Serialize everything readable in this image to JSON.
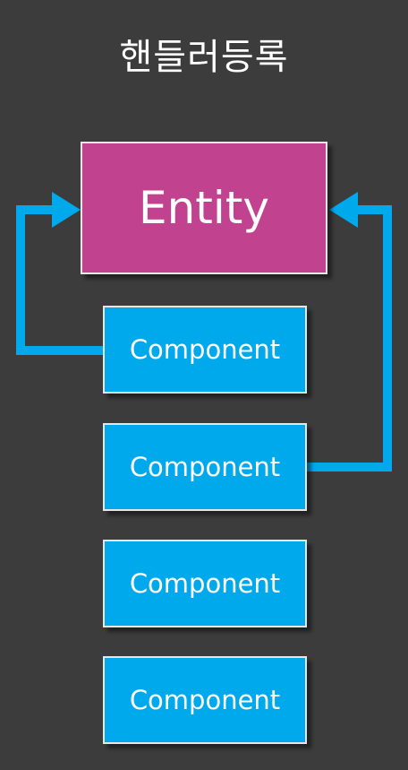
{
  "title": "핸들러등록",
  "entity": {
    "label": "Entity",
    "color": "#c1428e"
  },
  "components": [
    {
      "label": "Component"
    },
    {
      "label": "Component"
    },
    {
      "label": "Component"
    },
    {
      "label": "Component"
    }
  ],
  "colors": {
    "background": "#3c3c3c",
    "component": "#00a8ec",
    "arrow": "#00a8ec",
    "border": "#e6e6e6"
  }
}
